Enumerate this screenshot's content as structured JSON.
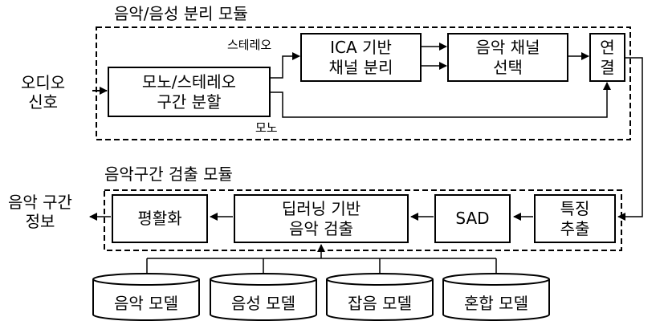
{
  "separation_module": {
    "title": "음악/음성 분리 모듈",
    "audio_input": [
      "오디오",
      "신호"
    ],
    "mono_stereo_split": [
      "모노/스테레오",
      "구간 분할"
    ],
    "stereo_label": "스테레오",
    "mono_label": "모노",
    "ica_separation": [
      "ICA 기반",
      "채널 분리"
    ],
    "music_channel_select": [
      "음악 채널",
      "선택"
    ],
    "concat": [
      "연",
      "결"
    ]
  },
  "detection_module": {
    "title": "음악구간 검출 모듈",
    "feature_extraction": [
      "특징",
      "추출"
    ],
    "sad": "SAD",
    "dl_music_detection": [
      "딥러닝 기반",
      "음악 검출"
    ],
    "smoothing": "평활화",
    "output": [
      "음악 구간",
      "정보"
    ]
  },
  "models": [
    "음악 모델",
    "음성 모델",
    "잡음 모델",
    "혼합 모델"
  ]
}
